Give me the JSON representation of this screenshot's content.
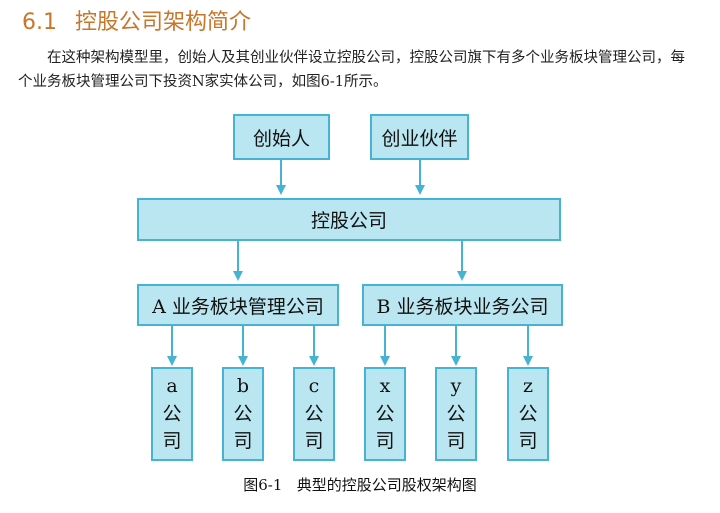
{
  "section": {
    "number": "6.1",
    "title": "控股公司架构简介"
  },
  "paragraph": "在这种架构模型里，创始人及其创业伙伴设立控股公司，控股公司旗下有多个业务板块管理公司，每个业务板块管理公司下投资N家实体公司，如图6-1所示。",
  "diagram": {
    "founder": "创始人",
    "partner": "创业伙伴",
    "holding": "控股公司",
    "segment_a": "A 业务板块管理公司",
    "segment_b": "B 业务板块业务公司",
    "entities": [
      {
        "letter": "a",
        "c1": "公",
        "c2": "司"
      },
      {
        "letter": "b",
        "c1": "公",
        "c2": "司"
      },
      {
        "letter": "c",
        "c1": "公",
        "c2": "司"
      },
      {
        "letter": "x",
        "c1": "公",
        "c2": "司"
      },
      {
        "letter": "y",
        "c1": "公",
        "c2": "司"
      },
      {
        "letter": "z",
        "c1": "公",
        "c2": "司"
      }
    ],
    "colors": {
      "box_fill": "#b9e6f0",
      "box_border": "#45b3d1",
      "arrow": "#45b3d1"
    }
  },
  "caption": {
    "label": "图6-1",
    "text": "典型的控股公司股权架构图"
  }
}
